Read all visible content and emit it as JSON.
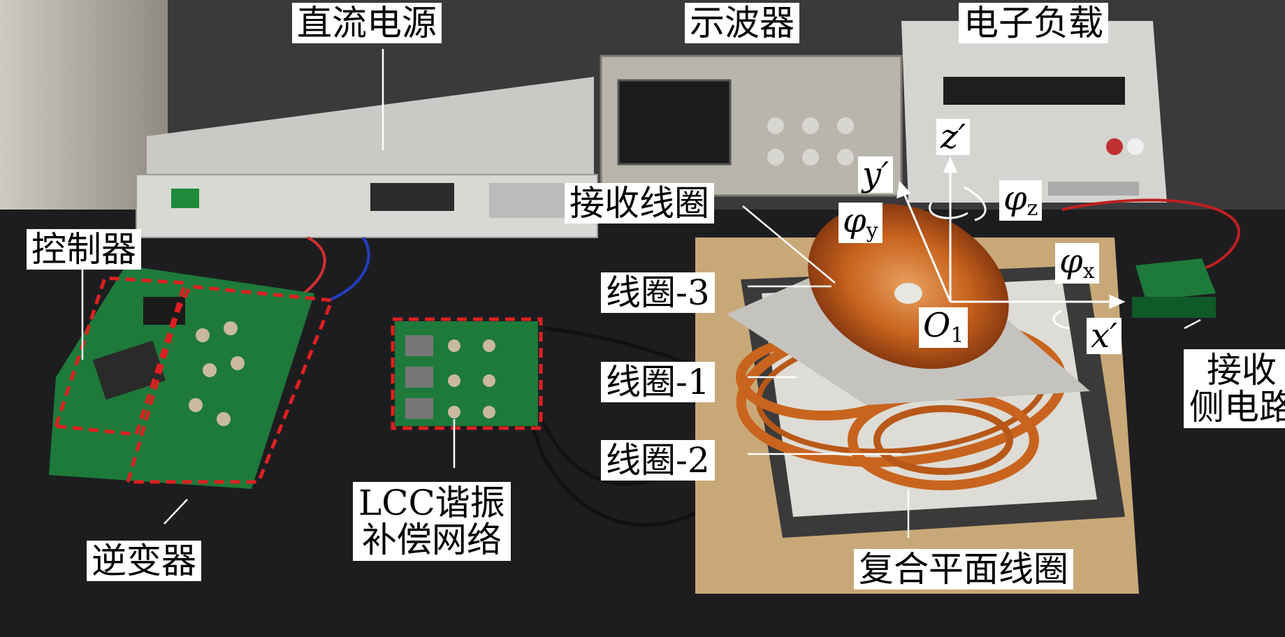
{
  "labels": {
    "dc_power": "直流电源",
    "oscilloscope": "示波器",
    "electronic_load": "电子负载",
    "controller": "控制器",
    "receiving_coil": "接收线圈",
    "coil_3": "线圈-3",
    "coil_1": "线圈-1",
    "coil_2": "线圈-2",
    "inverter": "逆变器",
    "lcc_line1": "LCC谐振",
    "lcc_line2": "补偿网络",
    "composite_coil": "复合平面线圈",
    "rx_circuit_line1": "接收",
    "rx_circuit_line2": "侧电路"
  },
  "axes": {
    "z_prime": "z′",
    "y_prime": "y′",
    "x_prime": "x′",
    "phi": "φ",
    "phi_x_sub": "x",
    "phi_y_sub": "y",
    "phi_z_sub": "z",
    "origin": "O",
    "origin_sub": "1"
  },
  "colors": {
    "highlight_box": "#e02020",
    "copper": "#c8641e",
    "pcb_green": "#1d7a3a",
    "leader_line": "#ffffff"
  }
}
